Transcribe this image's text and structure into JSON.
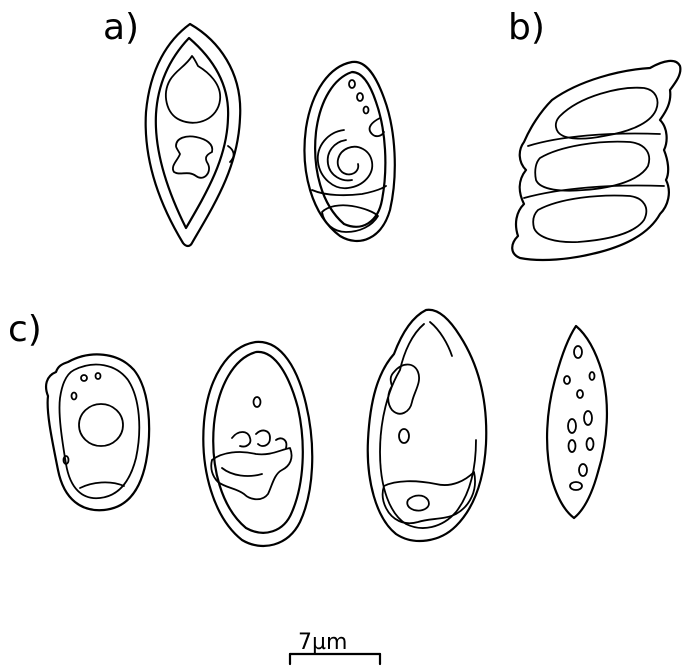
{
  "panels": [
    {
      "label": "a)"
    },
    {
      "label": "b)"
    },
    {
      "label": "c)"
    }
  ],
  "scale_bar": {
    "text": "7µm"
  },
  "colors": {
    "ink": "#000000",
    "background": "#ffffff"
  }
}
